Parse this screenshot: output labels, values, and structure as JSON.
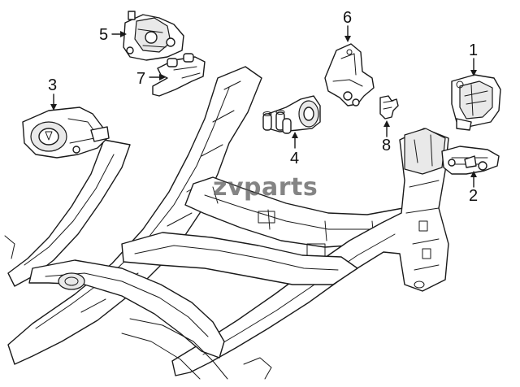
{
  "callouts": {
    "c1": "1",
    "c2": "2",
    "c3": "3",
    "c4": "4",
    "c5": "5",
    "c6": "6",
    "c7": "7",
    "c8": "8"
  },
  "watermark": {
    "accent": "z",
    "text": "vparts"
  },
  "colors": {
    "line": "#1a1a1a",
    "background": "#ffffff",
    "watermark": "#555555"
  }
}
